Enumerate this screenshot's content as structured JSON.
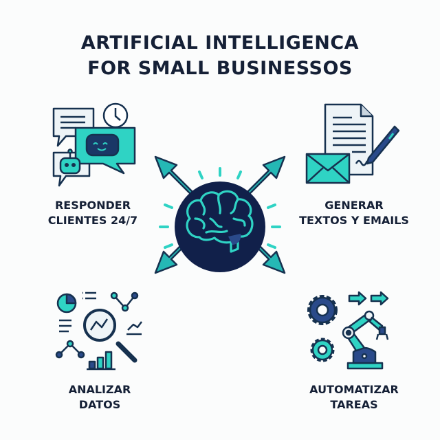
{
  "title": {
    "line1": "ARTIFICIAL INTELLIGENCA",
    "line2": "FOR SMALL BUSINESSOS"
  },
  "center": {
    "icon": "brain-icon",
    "colors": {
      "circle": "#11204a",
      "accent": "#2fd3c4",
      "arrow": "#25b8b5",
      "outline": "#16314f"
    }
  },
  "quadrants": [
    {
      "position": "top-left",
      "icon": "chatbot-icon",
      "line1": "RESPONDER",
      "line2": "CLIENTES 24/7"
    },
    {
      "position": "top-right",
      "icon": "document-email-icon",
      "line1": "GENERAR",
      "line2": "TEXTOS Y EMAILS"
    },
    {
      "position": "bottom-left",
      "icon": "data-analysis-icon",
      "line1": "ANALIZAR",
      "line2": "DATOS"
    },
    {
      "position": "bottom-right",
      "icon": "robot-arm-gears-icon",
      "line1": "AUTOMATIZAR",
      "line2": "TAREAS"
    }
  ]
}
